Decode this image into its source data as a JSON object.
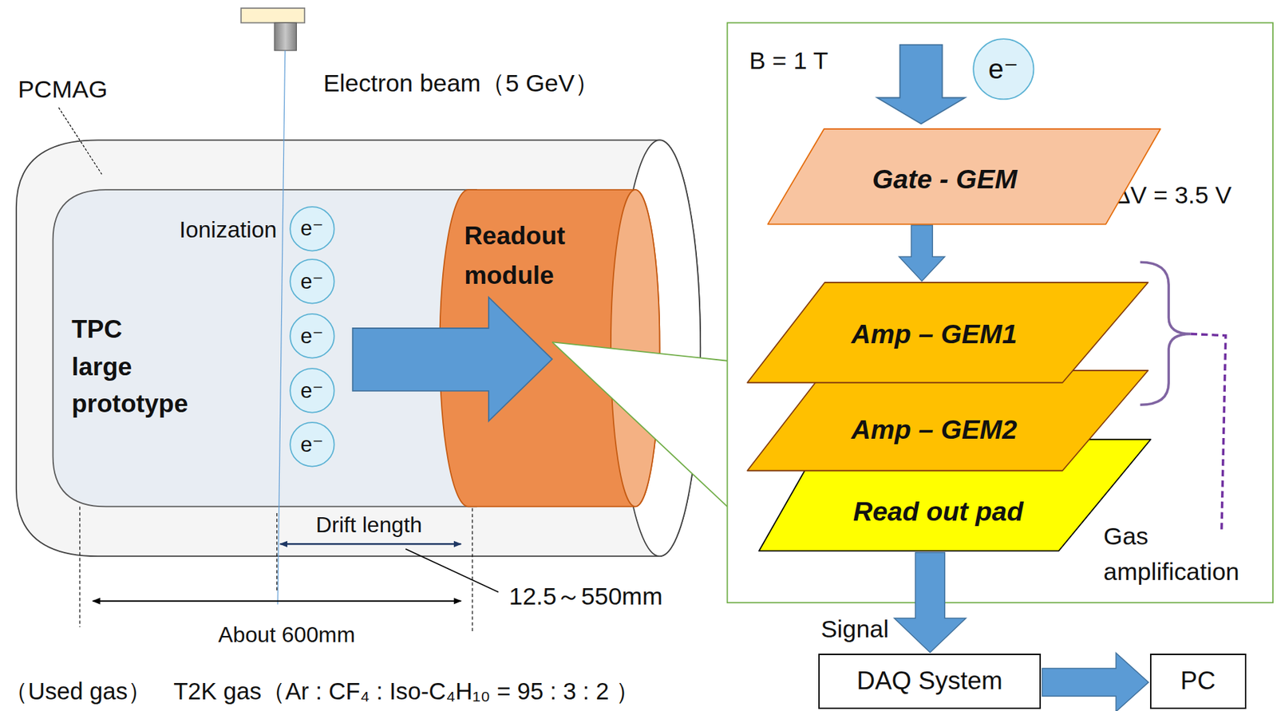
{
  "diagram": {
    "nodes": [
      {
        "text": [
          "TPC large prototype"
        ]
      },
      {
        "text": [
          "e⁻"
        ],
        "in": 0
      },
      {
        "text": [
          "e⁻"
        ],
        "in": 0
      },
      {
        "text": [
          "e⁻"
        ],
        "in": 0
      },
      {
        "text": [
          "e⁻"
        ],
        "in": 0
      },
      {
        "text": [
          "e⁻"
        ],
        "in": 0
      },
      {
        "text": [
          "Readout module"
        ]
      },
      {
        "text": [
          "e⁻"
        ]
      },
      {
        "text": [
          "Gate - GEM"
        ]
      },
      {
        "text": [
          "Amp – GEM1"
        ]
      },
      {
        "text": [
          "Amp – GEM2"
        ]
      },
      {
        "text": [
          "Read out pad"
        ]
      },
      {
        "text": [
          "DAQ System"
        ]
      },
      {
        "text": [
          "PC"
        ]
      }
    ],
    "edges": [
      {
        "from": 8,
        "to": 9,
        "arrow": "to"
      },
      {
        "from": 11,
        "to": 12,
        "label": "Signal",
        "arrow": "to"
      },
      {
        "from": 12,
        "to": 13,
        "arrow": "to"
      }
    ],
    "labels": [
      "PCMAG",
      "Electron beam（5 GeV）",
      "Ionization",
      "Drift length",
      "12.5～550mm",
      "About 600mm",
      "（Used gas）",
      "T2K gas（Ar : CF₄ : Iso-C₄H₁₀ = 95 : 3 : 2 ）",
      "B = 1 T",
      "ΔV = 3.5 V",
      "Gas amplification"
    ]
  }
}
